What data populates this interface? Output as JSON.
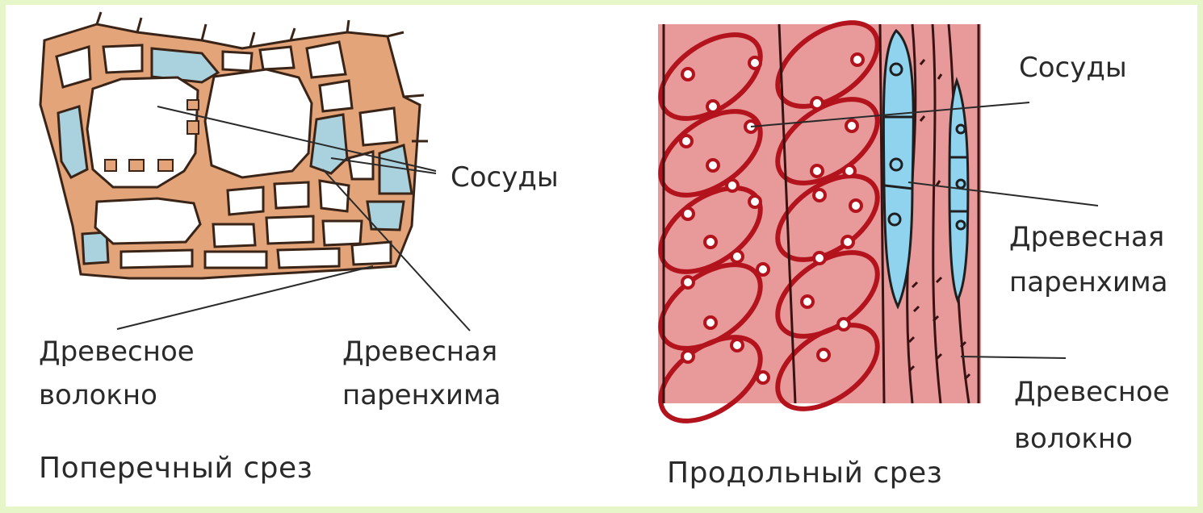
{
  "cross_section": {
    "caption": "Поперечный срез",
    "labels": {
      "vessels": "Сосуды",
      "fiber_line1": "Древесное",
      "fiber_line2": "волокно",
      "parenchyma_line1": "Древесная",
      "parenchyma_line2": "паренхима"
    }
  },
  "longitudinal_section": {
    "caption": "Продольный срез",
    "labels": {
      "vessels": "Сосуды",
      "parenchyma_line1": "Древесная",
      "parenchyma_line2": "паренхима",
      "fiber_line1": "Древесное",
      "fiber_line2": "волокно"
    }
  },
  "colors": {
    "cell_wall": "#e3a479",
    "wall_outline": "#3a2418",
    "vessel_fill": "#a9d2de",
    "cell_interior": "#ffffff",
    "long_background": "#e89a9a",
    "long_lines": "#b3131d",
    "long_parenchyma": "#8fd3ef",
    "border": "#e6f6c8"
  }
}
